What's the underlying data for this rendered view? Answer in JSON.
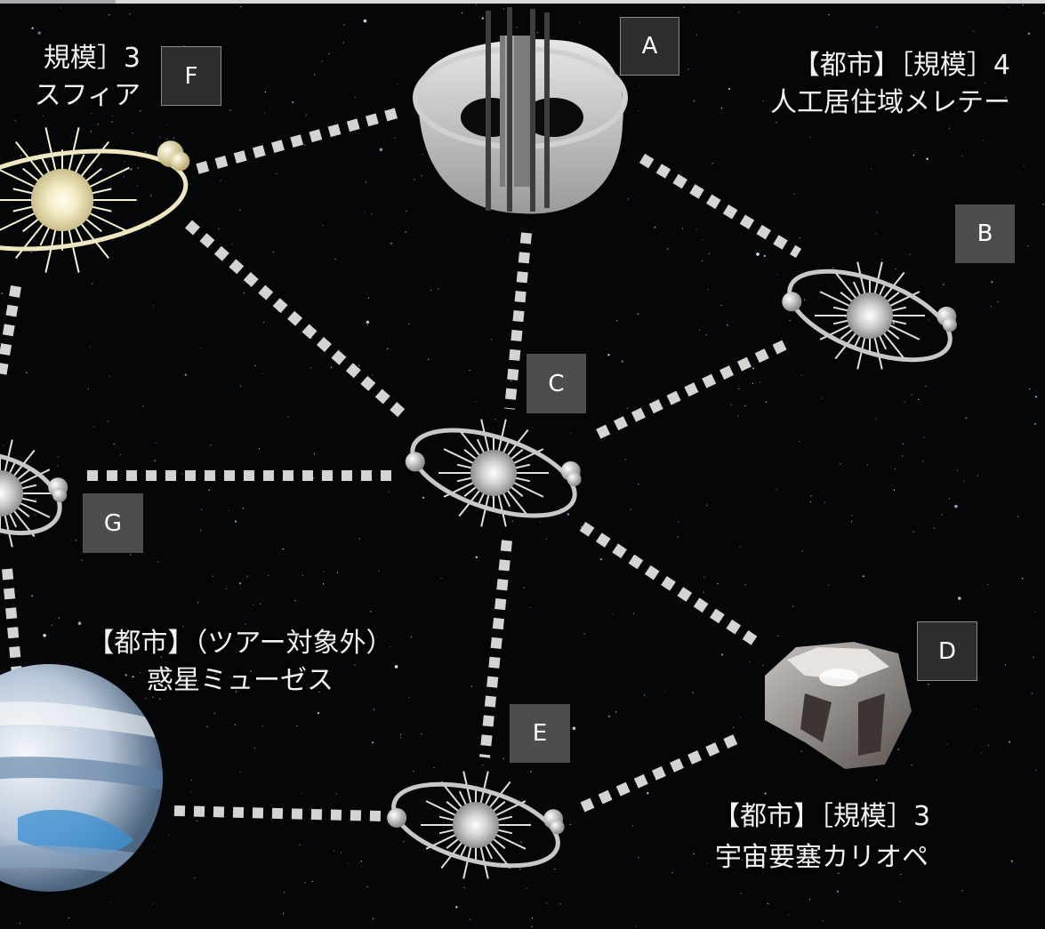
{
  "nodes": {
    "A": {
      "tag": "A",
      "line1": "【都市】［規模］4",
      "line2": "人工居住域メレテー"
    },
    "B": {
      "tag": "B"
    },
    "C": {
      "tag": "C"
    },
    "D": {
      "tag": "D",
      "line1": "【都市】［規模］3",
      "line2": "宇宙要塞カリオペ"
    },
    "E": {
      "tag": "E"
    },
    "F": {
      "tag": "F",
      "line1": "規模］3",
      "line2": "スフィア"
    },
    "G": {
      "tag": "G"
    },
    "planet": {
      "line1": "【都市】（ツアー対象外）",
      "line2": "惑星ミューゼス"
    }
  },
  "icons": {
    "station_a": "cylinder-space-habitat-icon",
    "station_d": "space-fortress-icon",
    "planet": "gas-giant-planet-icon",
    "stars": "sun-orbit-icon"
  },
  "colors": {
    "background": "#050608",
    "route": "#d4d4d4",
    "tag_dark": "#2e2e2e",
    "tag_gray": "#4d4d4d",
    "text": "#f2f2f2"
  }
}
